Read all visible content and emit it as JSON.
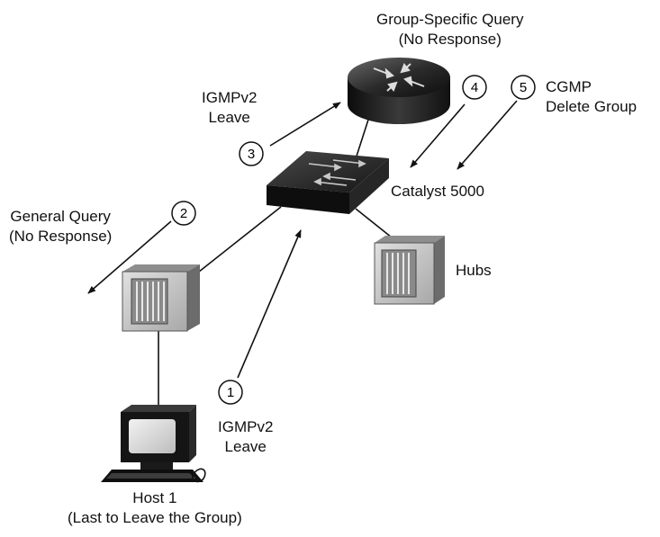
{
  "colors": {
    "line": "#111111",
    "arrow": "#111111",
    "device_dark": "#1c1c1c",
    "hub_face": "#cfcfcf",
    "background": "#ffffff"
  },
  "icons": {
    "router": "router-icon",
    "switch": "switch-icon",
    "hub": "hub-icon",
    "host": "workstation-icon"
  },
  "labels": {
    "router_line1": "Group-Specific Query",
    "router_line2": "(No Response)",
    "leave3_line1": "IGMPv2",
    "leave3_line2": "Leave",
    "cgmp_line1": "CGMP",
    "cgmp_line2": "Delete Group",
    "switch_name": "Catalyst 5000",
    "general_line1": "General Query",
    "general_line2": "(No Response)",
    "hubs": "Hubs",
    "leave1_line1": "IGMPv2",
    "leave1_line2": "Leave",
    "host_line1": "Host 1",
    "host_line2": "(Last to Leave the Group)"
  },
  "steps": {
    "s1": "1",
    "s2": "2",
    "s3": "3",
    "s4": "4",
    "s5": "5"
  }
}
